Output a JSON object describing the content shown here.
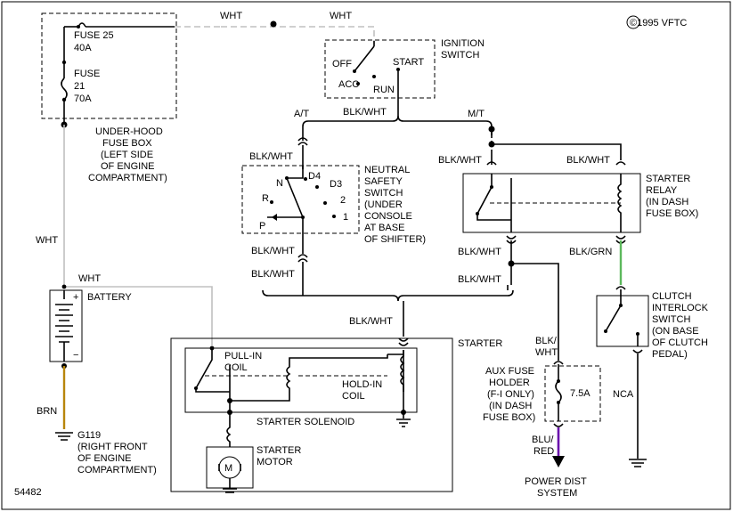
{
  "labels": {
    "copyright": "©1995 VFTC",
    "fig_number": "54482",
    "wht_top1": "WHT",
    "wht_top2": "WHT",
    "fuse25": "FUSE 25",
    "fuse25_amp": "40A",
    "fuse21": "FUSE",
    "fuse21_num": "21",
    "fuse21_amp": "70A",
    "fusebox_1": "UNDER-HOOD",
    "fusebox_2": "FUSE BOX",
    "fusebox_3": "(LEFT SIDE",
    "fusebox_4": "OF ENGINE",
    "fusebox_5": "COMPARTMENT)",
    "ign_1": "IGNITION",
    "ign_2": "SWITCH",
    "ign_off": "OFF",
    "ign_start": "START",
    "ign_acc": "ACC",
    "ign_run": "RUN",
    "at": "A/T",
    "mt": "M/T",
    "blkwht_ign": "BLK/WHT",
    "blkwht_ns_top": "BLK/WHT",
    "ns_n": "N",
    "ns_d4": "D4",
    "ns_d3": "D3",
    "ns_r": "R",
    "ns_2": "2",
    "ns_1": "1",
    "ns_p": "P",
    "nss_1": "NEUTRAL",
    "nss_2": "SAFETY",
    "nss_3": "SWITCH",
    "nss_4": "(UNDER",
    "nss_5": "CONSOLE",
    "nss_6": "AT BASE",
    "nss_7": "OF SHIFTER)",
    "blkwht_ns_b1": "BLK/WHT",
    "blkwht_ns_b2": "BLK/WHT",
    "blkwht_rl_left": "BLK/WHT",
    "blkwht_rl_right": "BLK/WHT",
    "sr_1": "STARTER",
    "sr_2": "RELAY",
    "sr_3": "(IN DASH",
    "sr_4": "FUSE BOX)",
    "blkwht_rb1": "BLK/WHT",
    "blkwht_rb2": "BLK/WHT",
    "blkgrn": "BLK/GRN",
    "ci_1": "CLUTCH",
    "ci_2": "INTERLOCK",
    "ci_3": "SWITCH",
    "ci_4": "(ON BASE",
    "ci_5": "OF CLUTCH",
    "ci_6": "PEDAL)",
    "wht_left": "WHT",
    "wht_batt": "WHT",
    "battery": "BATTERY",
    "blkwht_starter": "BLK/WHT",
    "starter": "STARTER",
    "pullin_1": "PULL-IN",
    "pullin_2": "COIL",
    "holdin_1": "HOLD-IN",
    "holdin_2": "COIL",
    "solenoid": "STARTER SOLENOID",
    "motor_1": "STARTER",
    "motor_2": "MOTOR",
    "motor_m": "M",
    "brn": "BRN",
    "g119_1": "G119",
    "g119_2": "(RIGHT FRONT",
    "g119_3": "OF ENGINE",
    "g119_4": "COMPARTMENT)",
    "blk_wht_a": "BLK/",
    "blk_wht_b": "WHT",
    "aux_1": "AUX FUSE",
    "aux_2": "HOLDER",
    "aux_3": "(F-I ONLY)",
    "aux_4": "(IN DASH",
    "aux_5": "FUSE BOX)",
    "aux_amp": "7.5A",
    "nca": "NCA",
    "blured_1": "BLU/",
    "blured_2": "RED",
    "pds_1": "POWER DIST",
    "pds_2": "SYSTEM"
  },
  "colors": {
    "wire_gray": "#c0c0c0",
    "wire_brown": "#b8860b",
    "wire_green": "#5cb85c",
    "wire_purple": "#6a0dad"
  }
}
